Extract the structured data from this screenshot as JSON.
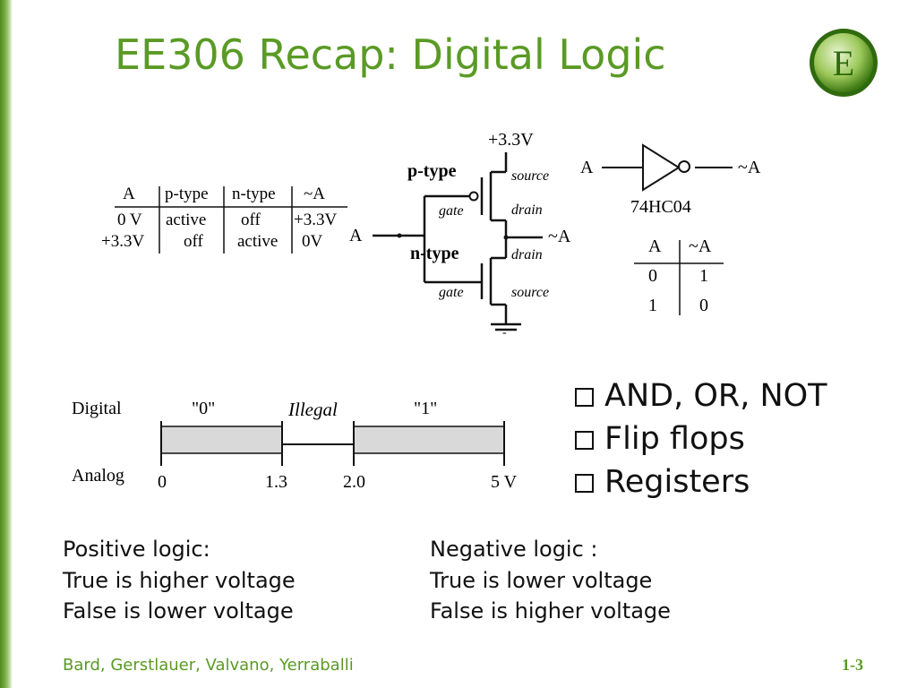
{
  "slide": {
    "title": "EE306 Recap: Digital Logic",
    "footer": "Bard, Gerstlauer, Valvano, Yerraballi",
    "page_number": "1-3",
    "logo_letter": "E"
  },
  "truth_table_transistor": {
    "headers": [
      "A",
      "p-type",
      "n-type",
      "~A"
    ],
    "rows": [
      [
        "0 V",
        "active",
        "off",
        "+3.3V"
      ],
      [
        "+3.3V",
        "off",
        "active",
        "0V"
      ]
    ]
  },
  "cmos_circuit": {
    "vdd": "+3.3V",
    "p_label": "p-type",
    "n_label": "n-type",
    "source_label": "source",
    "drain_label": "drain",
    "gate_label": "gate",
    "input": "A",
    "output": "~A",
    "ground": "-"
  },
  "inverter": {
    "input": "A",
    "output": "~A",
    "part": "74HC04"
  },
  "not_truth_table": {
    "headers": [
      "A",
      "~A"
    ],
    "rows": [
      [
        "0",
        "1"
      ],
      [
        "1",
        "0"
      ]
    ]
  },
  "levels": {
    "digital_label": "Digital",
    "analog_label": "Analog",
    "zero_label": "\"0\"",
    "illegal_label": "Illegal",
    "one_label": "\"1\"",
    "ticks": [
      "0",
      "1.3",
      "2.0",
      "5 V"
    ]
  },
  "bullets": [
    "AND, OR, NOT",
    "Flip flops",
    "Registers"
  ],
  "positive_logic": [
    "Positive logic:",
    "True is higher voltage",
    "False is lower voltage"
  ],
  "negative_logic": [
    "Negative logic :",
    "True is lower voltage",
    "False is higher voltage"
  ]
}
